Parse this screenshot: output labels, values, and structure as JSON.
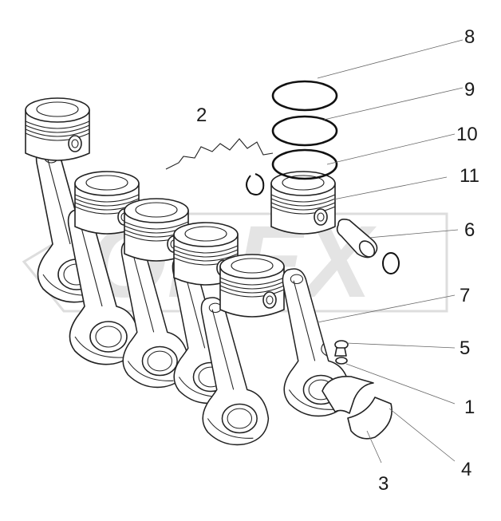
{
  "diagram": {
    "watermark": {
      "text": "OPEX",
      "color": "#d9d9d9"
    },
    "callouts": [
      {
        "id": "2",
        "label": "2"
      },
      {
        "id": "8",
        "label": "8"
      },
      {
        "id": "9",
        "label": "9"
      },
      {
        "id": "10",
        "label": "10"
      },
      {
        "id": "11",
        "label": "11"
      },
      {
        "id": "6",
        "label": "6"
      },
      {
        "id": "7",
        "label": "7"
      },
      {
        "id": "5",
        "label": "5"
      },
      {
        "id": "1",
        "label": "1"
      },
      {
        "id": "4",
        "label": "4"
      },
      {
        "id": "3",
        "label": "3"
      }
    ],
    "line_color": "#222222"
  }
}
